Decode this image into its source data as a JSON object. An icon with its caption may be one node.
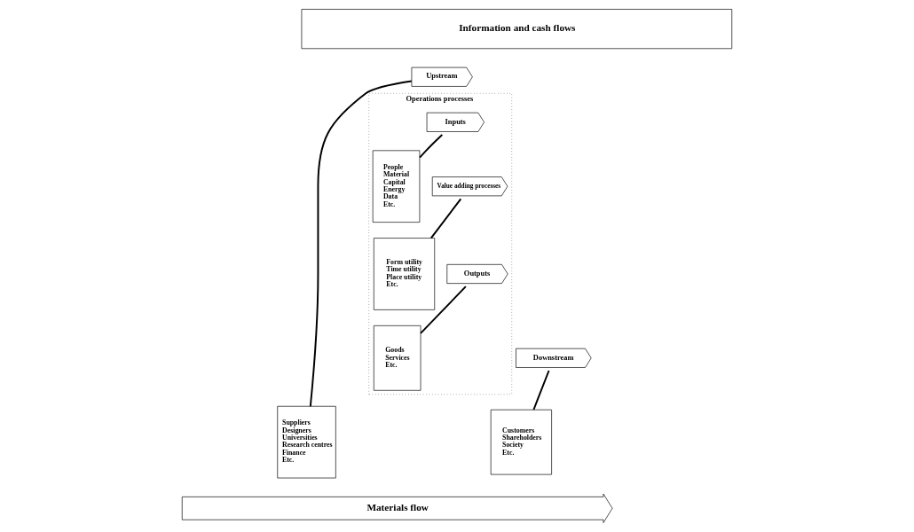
{
  "diagram": {
    "nodes": [
      {
        "text": [
          "Information and cash flows"
        ]
      },
      {
        "text": [
          "Operations processes"
        ]
      },
      {
        "text": [
          "Upstream"
        ]
      },
      {
        "text": [
          "Inputs"
        ],
        "in": 1
      },
      {
        "text": [
          "Value adding processes"
        ],
        "in": 1
      },
      {
        "text": [
          "Outputs"
        ],
        "in": 1
      },
      {
        "text": [
          "Downstream"
        ]
      },
      {
        "text": [
          "Suppliers",
          "Designers",
          "Universities",
          "Research centres",
          "Finance",
          "Etc."
        ]
      },
      {
        "text": [
          "People",
          "Material",
          "Capital",
          "Energy",
          "Data",
          "Etc."
        ],
        "in": 1
      },
      {
        "text": [
          "Form utility",
          "Time utility",
          "Place utility",
          "Etc."
        ],
        "in": 1
      },
      {
        "text": [
          "Goods",
          "Services",
          "Etc."
        ],
        "in": 1
      },
      {
        "text": [
          "Customers",
          "Shareholders",
          "Society",
          "Etc."
        ]
      },
      {
        "text": [
          "Materials flow"
        ]
      }
    ],
    "edges": [
      {
        "from": 2,
        "to": 7,
        "arrow": "none"
      },
      {
        "from": 3,
        "to": 8,
        "arrow": "none"
      },
      {
        "from": 4,
        "to": 9,
        "arrow": "none"
      },
      {
        "from": 5,
        "to": 10,
        "arrow": "none"
      },
      {
        "from": 6,
        "to": 11,
        "arrow": "none"
      }
    ]
  }
}
